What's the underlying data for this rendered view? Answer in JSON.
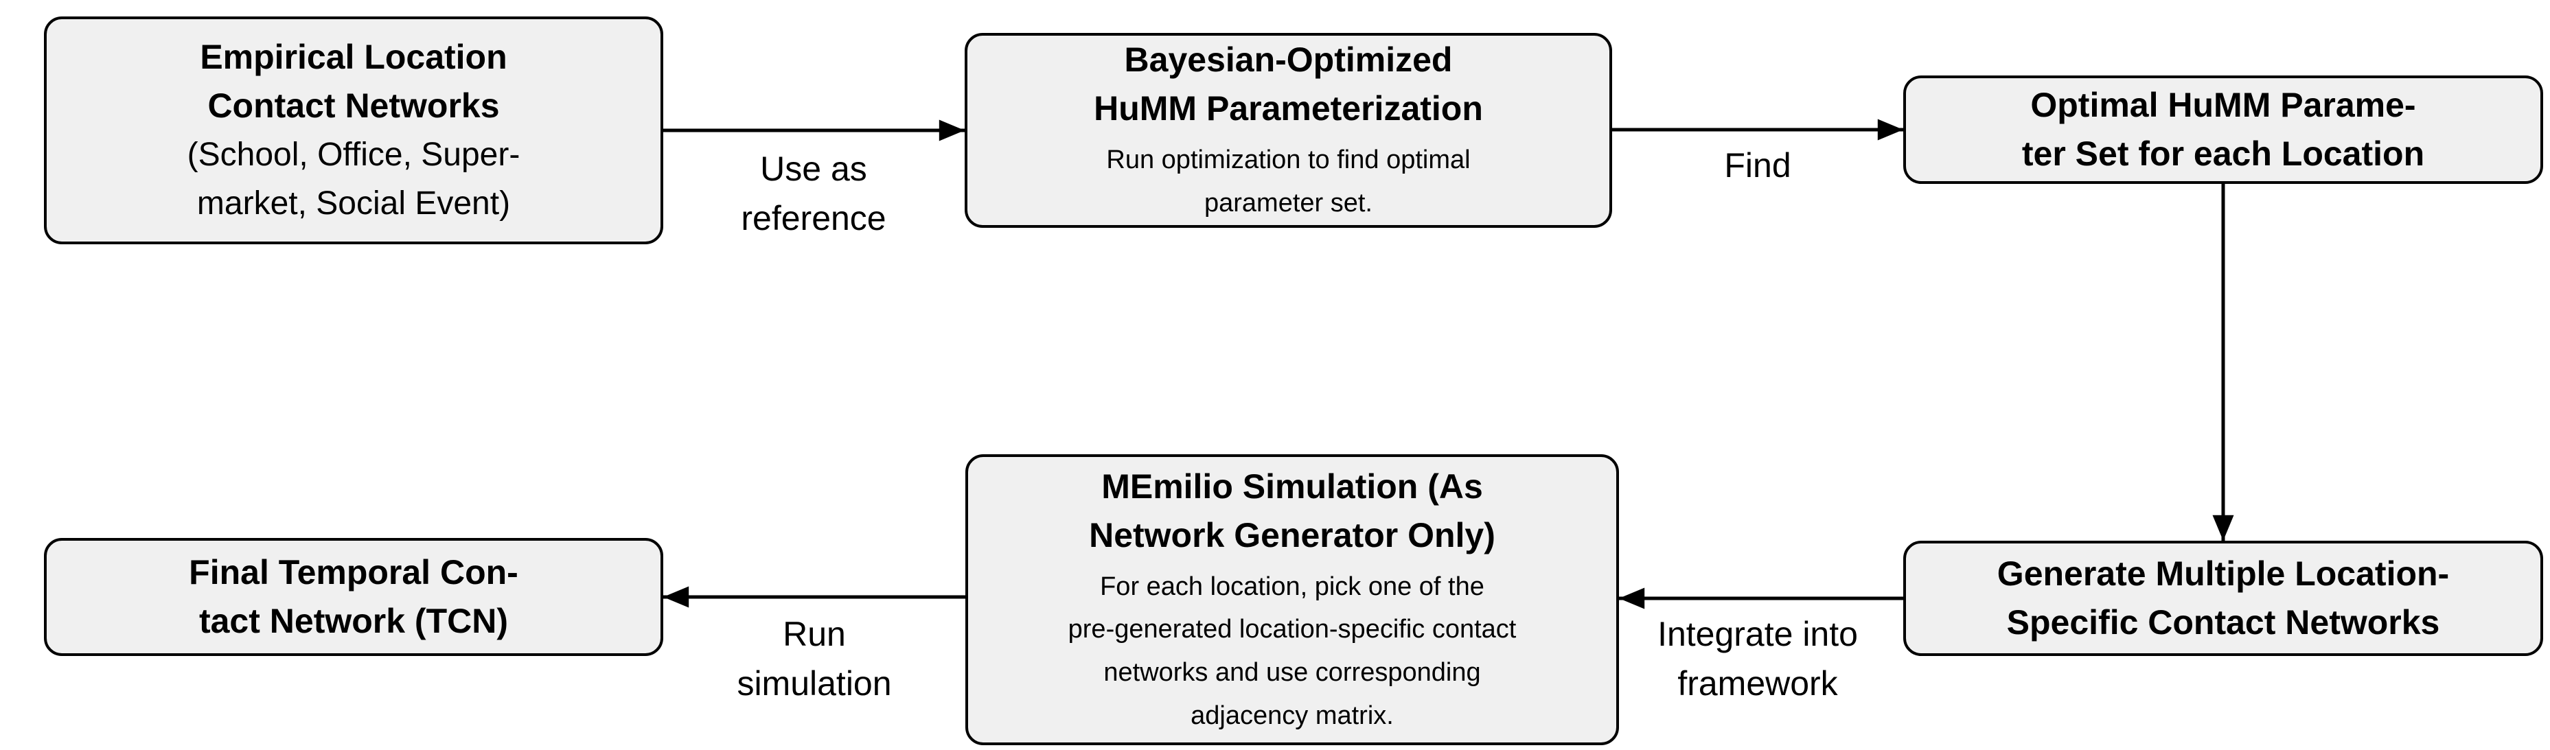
{
  "nodes": {
    "empirical": {
      "title": "Empirical Location\nContact Networks",
      "subtitle": "(School, Office, Super-\nmarket, Social Event)"
    },
    "bayesian": {
      "title": "Bayesian-Optimized\nHuMM Parameterization",
      "description": "Run optimization to find optimal\nparameter set."
    },
    "optimal": {
      "title": "Optimal HuMM Parame-\nter Set for each Location"
    },
    "generate": {
      "title": "Generate Multiple Location-\nSpecific Contact Networks"
    },
    "memilio": {
      "title": "MEmilio Simulation (As\nNetwork Generator Only)",
      "description": "For each location, pick one of the\npre-generated location-specific contact\nnetworks and use corresponding\nadjacency matrix."
    },
    "final": {
      "title": "Final Temporal Con-\ntact Network (TCN)"
    }
  },
  "edges": {
    "use_as_reference": "Use as\nreference",
    "find": "Find",
    "integrate": "Integrate into\nframework",
    "run_simulation": "Run\nsimulation"
  },
  "colors": {
    "background": "#ffffff",
    "node_fill": "#f0f0f0",
    "node_border": "#000000",
    "text": "#000000"
  }
}
